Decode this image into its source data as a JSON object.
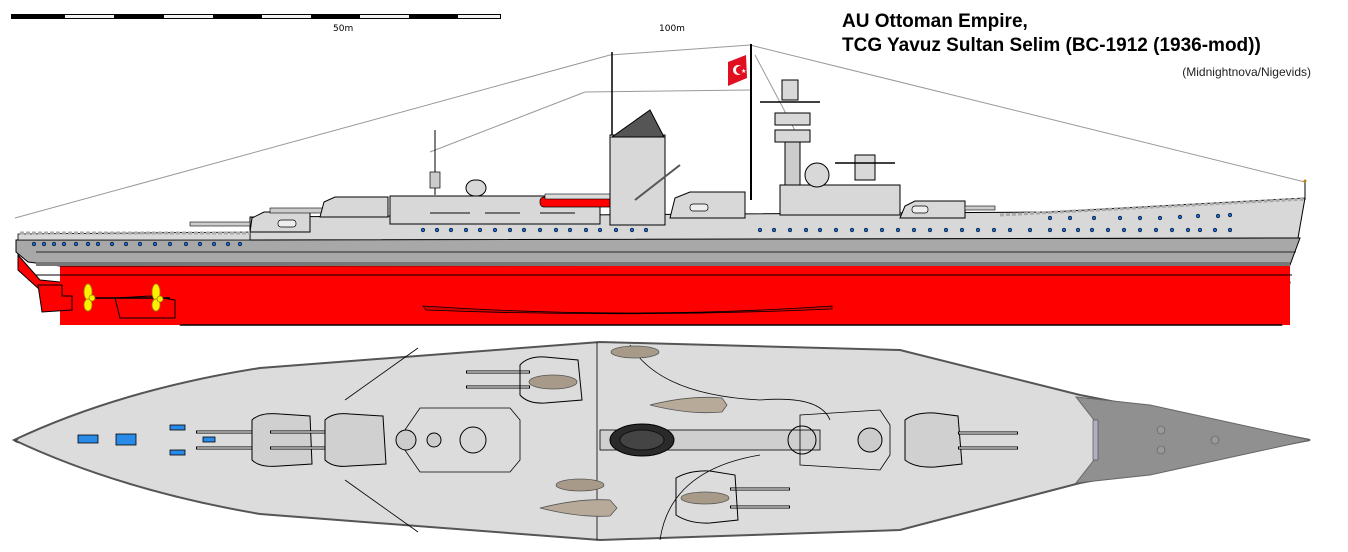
{
  "header": {
    "title_line1": "AU Ottoman Empire,",
    "title_line2": "TCG Yavuz Sultan Selim (BC-1912 (1936-mod))",
    "credit": "(Midnightnova/Nigevids)"
  },
  "scale_bar": {
    "label_mid": "50m",
    "label_end": "100m",
    "units": "m",
    "max_value": 100
  },
  "views": {
    "side_profile": {
      "label": "side-profile-view"
    },
    "top_plan": {
      "label": "top-plan-view"
    }
  },
  "colors": {
    "hull_red": "#ff0000",
    "hull_gray": "#a8a8a8",
    "superstructure": "#d8d8d8",
    "deck": "#dcdcdc",
    "forecastle_dark": "#909090",
    "portholes": "#1a6fe0",
    "flag_red": "#e01020",
    "funnel_cap": "#555555",
    "propeller": "#ffee00"
  }
}
